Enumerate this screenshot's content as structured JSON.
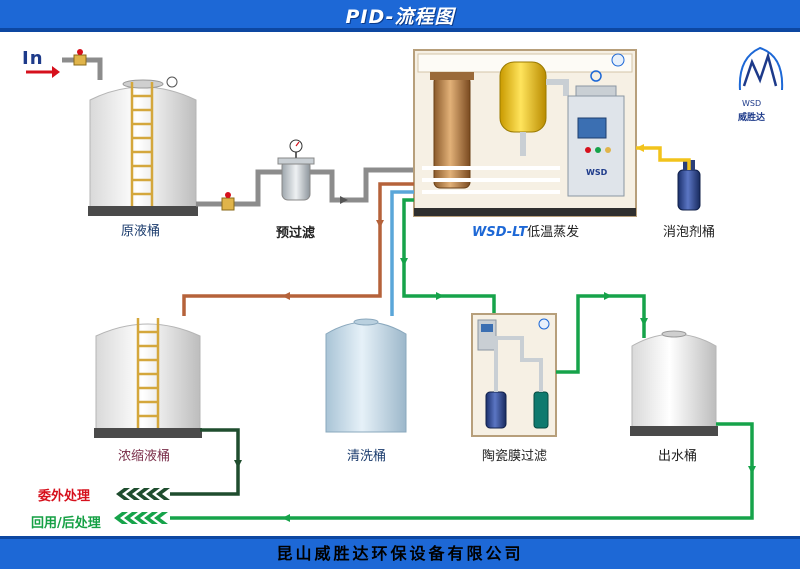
{
  "title": "PID-流程图",
  "footer": "昆山威胜达环保设备有限公司",
  "inlet_label": "In",
  "logo": {
    "text": "WSD",
    "cn": "威胜达"
  },
  "labels": {
    "raw_tank": "原液桶",
    "prefilter": "预过滤",
    "evaporator_brand": "WSD-LT",
    "evaporator_name": "低温蒸发",
    "defoamer_tank": "消泡剂桶",
    "concentrate_tank": "浓缩液桶",
    "wash_tank": "清洗桶",
    "ceramic_filter": "陶瓷膜过滤",
    "outlet_tank": "出水桶"
  },
  "outputs": {
    "outsource": "委外处理",
    "reuse": "回用/后处理"
  },
  "device_badge": "WSD",
  "colors": {
    "pipe_grey": "#8c8c8c",
    "pipe_brown": "#b5623a",
    "pipe_green": "#16a34a",
    "pipe_dark_green": "#1f4d2e",
    "pipe_blue": "#5aa6d9",
    "pipe_yellow": "#f2c31c",
    "brand_blue": "#1d68d6",
    "red": "#d6101c"
  }
}
